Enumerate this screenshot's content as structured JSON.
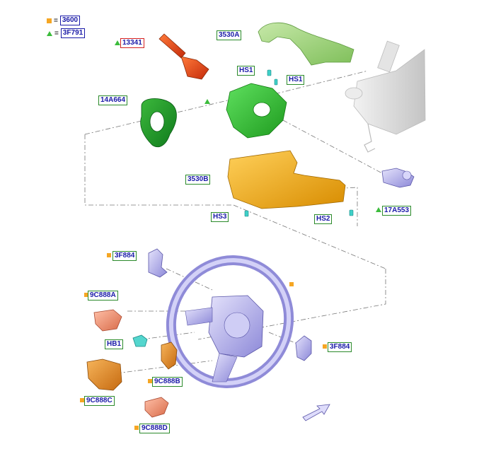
{
  "legend": {
    "square_code": "3600",
    "triangle_code": "3F791",
    "equals": "="
  },
  "callouts": {
    "c13341": "13341",
    "c3530A": "3530A",
    "c14A664": "14A664",
    "cHS1a": "HS1",
    "cHS1b": "HS1",
    "c3530B": "3530B",
    "cHS3": "HS3",
    "cHS2": "HS2",
    "c17A553": "17A553",
    "c3F884a": "3F884",
    "c9C888A": "9C888A",
    "cHB1": "HB1",
    "c3F884b": "3F884",
    "c9C888B": "9C888B",
    "c9C888C": "9C888C",
    "c9C888D": "9C888D"
  },
  "colors": {
    "callout_text": "#1a1aa8",
    "callout_border": "#2b8a2b",
    "callout_border_highlight": "#d42020",
    "marker_square": "#f5a623",
    "marker_triangle": "#3cbc3c",
    "part_green_light": "#9fd47a",
    "part_green": "#3ec23e",
    "part_orange_red": "#e84a1a",
    "part_yellow": "#f2b20f",
    "part_lavender": "#b9b6ee",
    "part_salmon": "#f0967a",
    "part_orange": "#e8932a",
    "part_teal": "#3fd0c8",
    "column_grey": "#dcdcdc"
  }
}
